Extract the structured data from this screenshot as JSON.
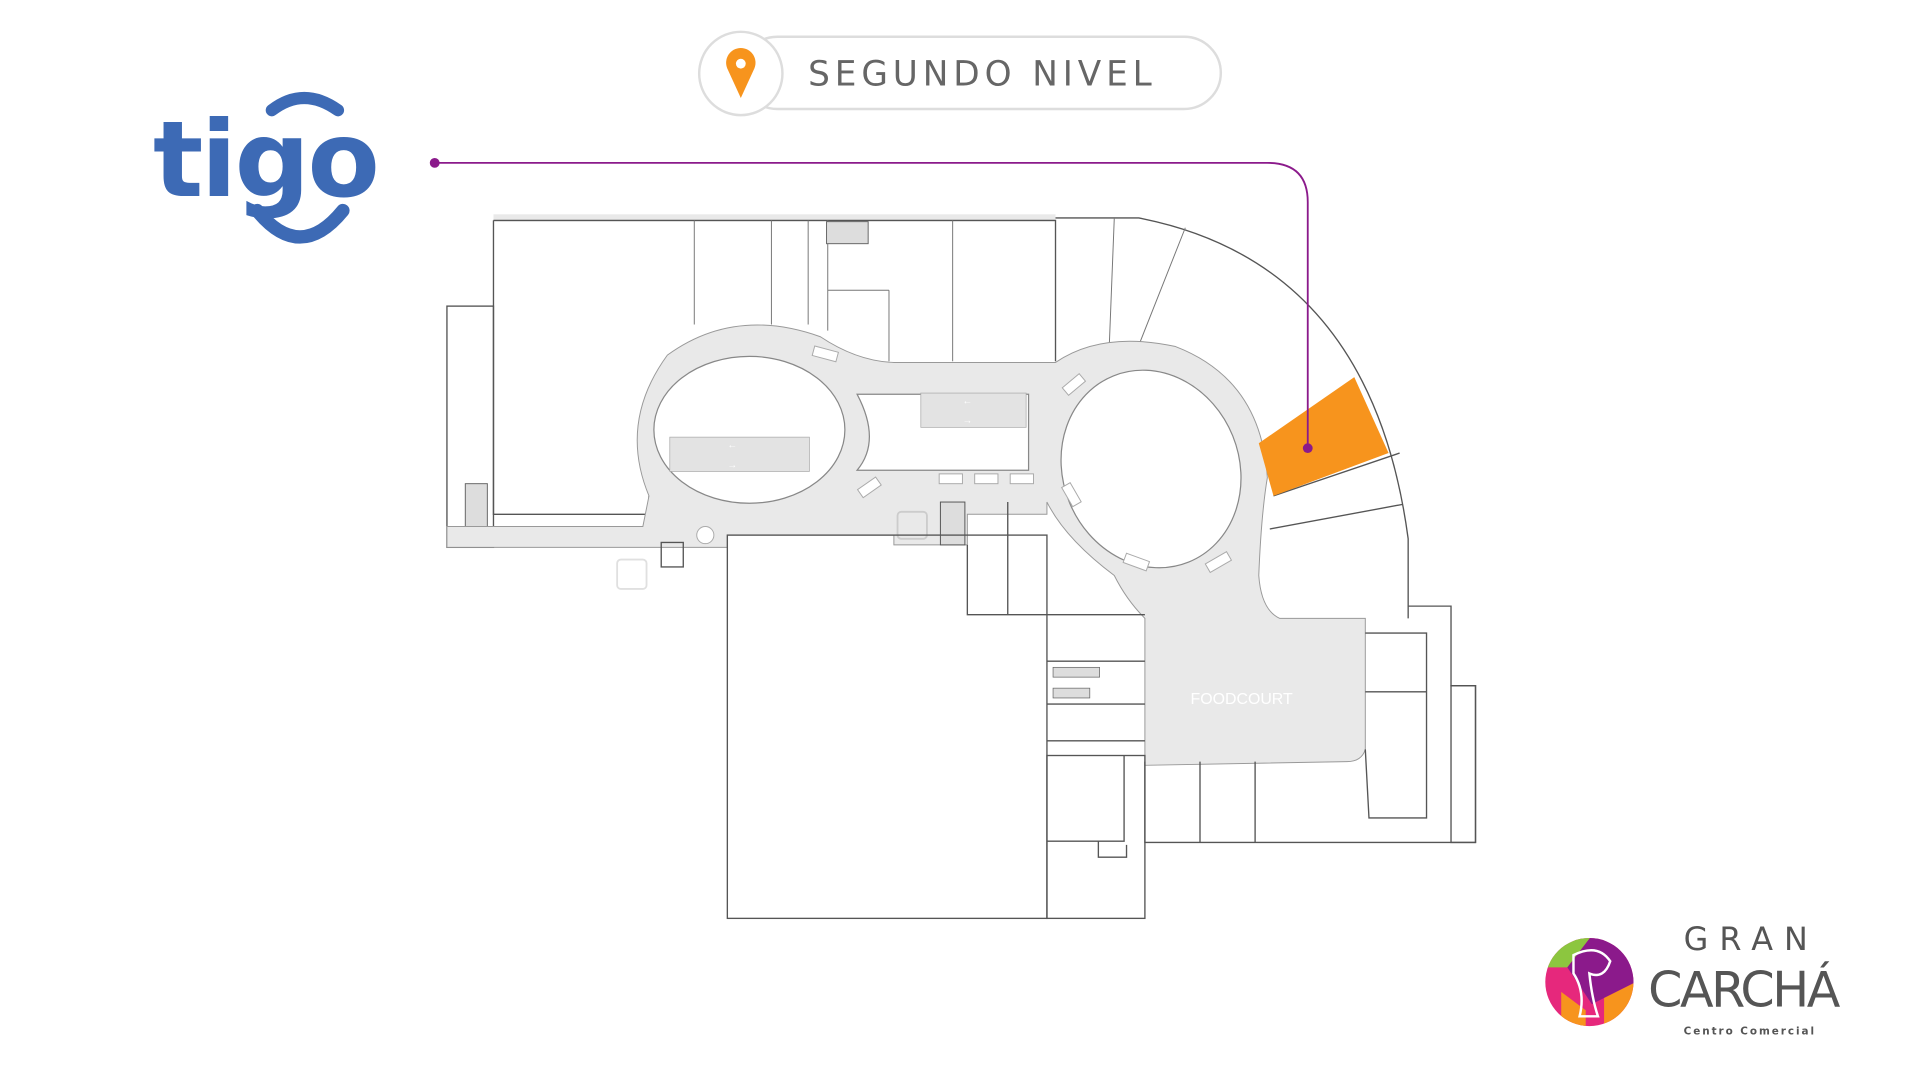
{
  "brand": {
    "sponsor_logo_text": "tigo",
    "mall_logo": {
      "line1": "GRAN",
      "line2": "CARCHÁ",
      "line3": "Centro Comercial"
    }
  },
  "header": {
    "level_label": "SEGUNDO NIVEL",
    "icon": "map-pin-icon"
  },
  "map": {
    "zone_labels": {
      "foodcourt": "FOODCOURT"
    },
    "highlighted_store": {
      "status": "selected",
      "color": "#f7941d"
    },
    "icons": {
      "arrow_left": "←",
      "arrow_right": "→"
    }
  },
  "colors": {
    "accent": "#f7941d",
    "sponsor_blue": "#3d6ab5",
    "connector": "#8b1a8b",
    "corridor": "#e9e9e9",
    "text_grey": "#666666"
  }
}
